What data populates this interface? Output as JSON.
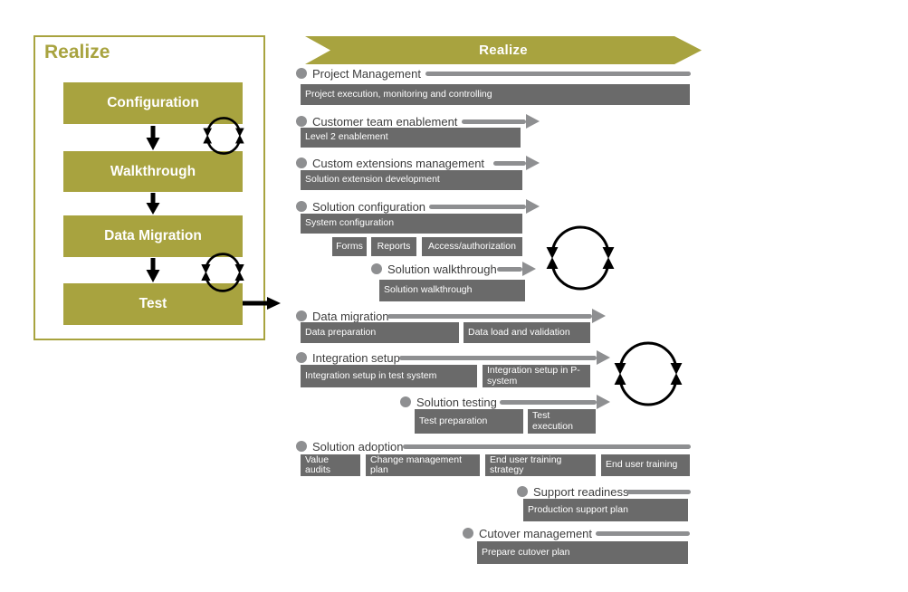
{
  "banner": {
    "label": "Realize"
  },
  "left_panel": {
    "title": "Realize",
    "boxes": [
      {
        "label": "Configuration"
      },
      {
        "label": "Walkthrough"
      },
      {
        "label": "Data Migration"
      },
      {
        "label": "Test"
      }
    ]
  },
  "sections": [
    {
      "label": "Project Management",
      "timeline": "bar",
      "bars": [
        "Project execution, monitoring and controlling"
      ]
    },
    {
      "label": "Customer team enablement",
      "timeline": "arrow",
      "bars": [
        "Level 2 enablement"
      ]
    },
    {
      "label": "Custom extensions management",
      "timeline": "arrow",
      "bars": [
        "Solution extension development"
      ]
    },
    {
      "label": "Solution configuration",
      "timeline": "arrow",
      "bars": [
        "System configuration",
        "Forms",
        "Reports",
        "Access/authorization"
      ]
    },
    {
      "label": "Solution walkthrough",
      "timeline": "arrow",
      "bars": [
        "Solution walkthrough"
      ]
    },
    {
      "label": "Data migration",
      "timeline": "arrow",
      "bars": [
        "Data preparation",
        "Data load and validation"
      ]
    },
    {
      "label": "Integration setup",
      "timeline": "arrow",
      "bars": [
        "Integration setup in test system",
        "Integration setup in P-system"
      ]
    },
    {
      "label": "Solution testing",
      "timeline": "arrow",
      "bars": [
        "Test preparation",
        "Test execution"
      ]
    },
    {
      "label": "Solution adoption",
      "timeline": "bar",
      "bars": [
        "Value audits",
        "Change management plan",
        "End user training strategy",
        "End user training"
      ]
    },
    {
      "label": "Support readiness",
      "timeline": "bar",
      "bars": [
        "Production support plan"
      ]
    },
    {
      "label": "Cutover management",
      "timeline": "bar",
      "bars": [
        "Prepare cutover plan"
      ]
    }
  ],
  "icons": {
    "cycle": "cycle-arrows-icon",
    "down_arrow": "down-arrow-icon",
    "right_arrow": "right-arrow-icon",
    "bullet": "bullet-dot-icon"
  },
  "colors": {
    "olive": "#a8a33f",
    "bar_gray": "#6a6a6a",
    "accent_gray": "#8e8f91",
    "heading_text": "#3d3d3d",
    "arrow_black": "#000000"
  }
}
